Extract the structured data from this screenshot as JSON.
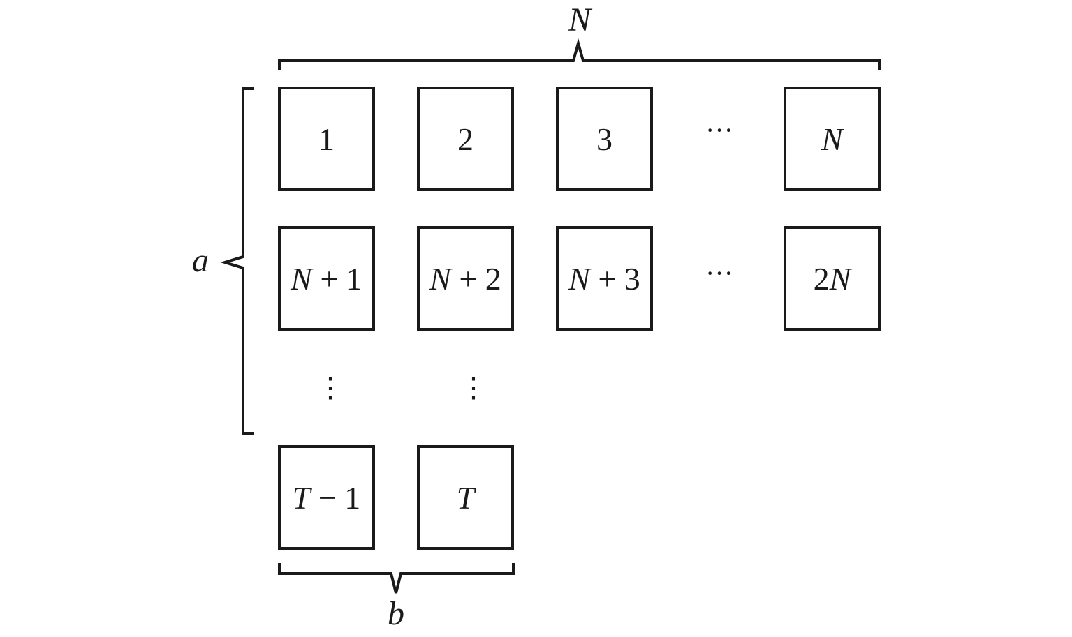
{
  "diagram": {
    "brace_labels": {
      "top": "N",
      "left": "a",
      "bottom": "b"
    },
    "rows": [
      [
        {
          "parts": [
            {
              "text": "1",
              "italic": false
            }
          ]
        },
        {
          "parts": [
            {
              "text": "2",
              "italic": false
            }
          ]
        },
        {
          "parts": [
            {
              "text": "3",
              "italic": false
            }
          ]
        },
        {
          "parts": [
            {
              "text": "N",
              "italic": true
            }
          ]
        }
      ],
      [
        {
          "parts": [
            {
              "text": "N",
              "italic": true
            },
            {
              "text": " + 1",
              "italic": false
            }
          ]
        },
        {
          "parts": [
            {
              "text": "N",
              "italic": true
            },
            {
              "text": " + 2",
              "italic": false
            }
          ]
        },
        {
          "parts": [
            {
              "text": "N",
              "italic": true
            },
            {
              "text": " + 3",
              "italic": false
            }
          ]
        },
        {
          "parts": [
            {
              "text": "2",
              "italic": false
            },
            {
              "text": "N",
              "italic": true
            }
          ]
        }
      ],
      [
        {
          "parts": [
            {
              "text": "T",
              "italic": true
            },
            {
              "text": " − 1",
              "italic": false
            }
          ]
        },
        {
          "parts": [
            {
              "text": "T",
              "italic": true
            }
          ]
        }
      ]
    ],
    "horizontal_ellipsis": "···",
    "vertical_ellipsis": "⋮"
  }
}
